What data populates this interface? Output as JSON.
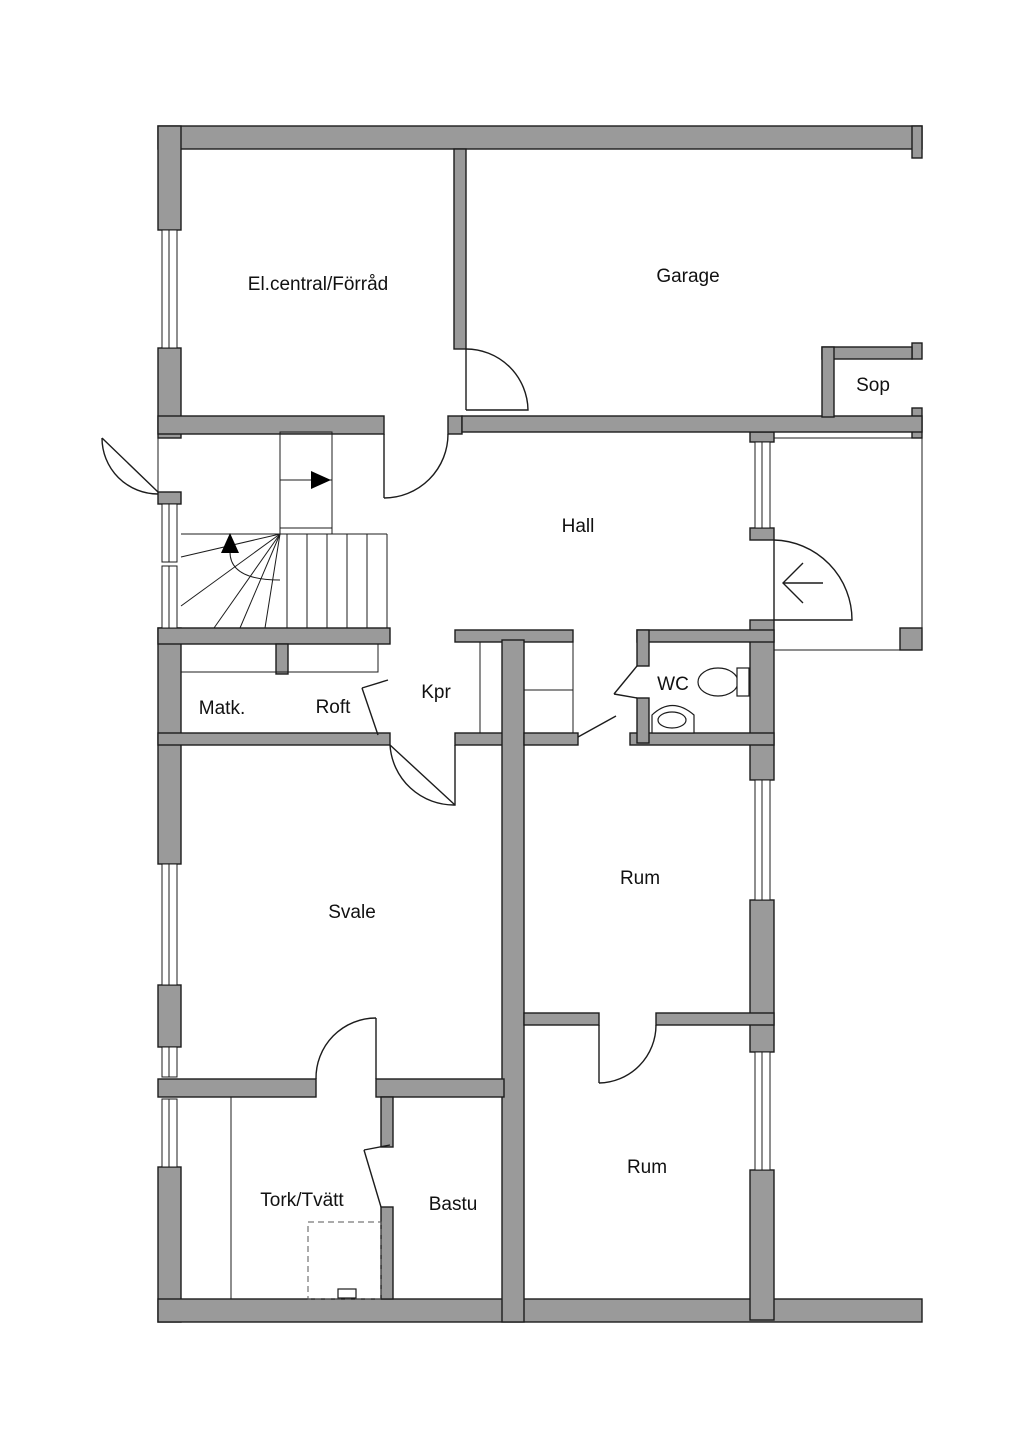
{
  "rooms": {
    "elcentral": "El.central/Förråd",
    "garage": "Garage",
    "sop": "Sop",
    "hall": "Hall",
    "wc": "WC",
    "matk": "Matk.",
    "roft": "Roft",
    "kpr": "Kpr",
    "svale": "Svale",
    "rum1": "Rum",
    "rum2": "Rum",
    "tork": "Tork/Tvätt",
    "bastu": "Bastu"
  },
  "colors": {
    "wall": "#9a9a9a",
    "line": "#1c1c1c",
    "background": "#ffffff"
  }
}
